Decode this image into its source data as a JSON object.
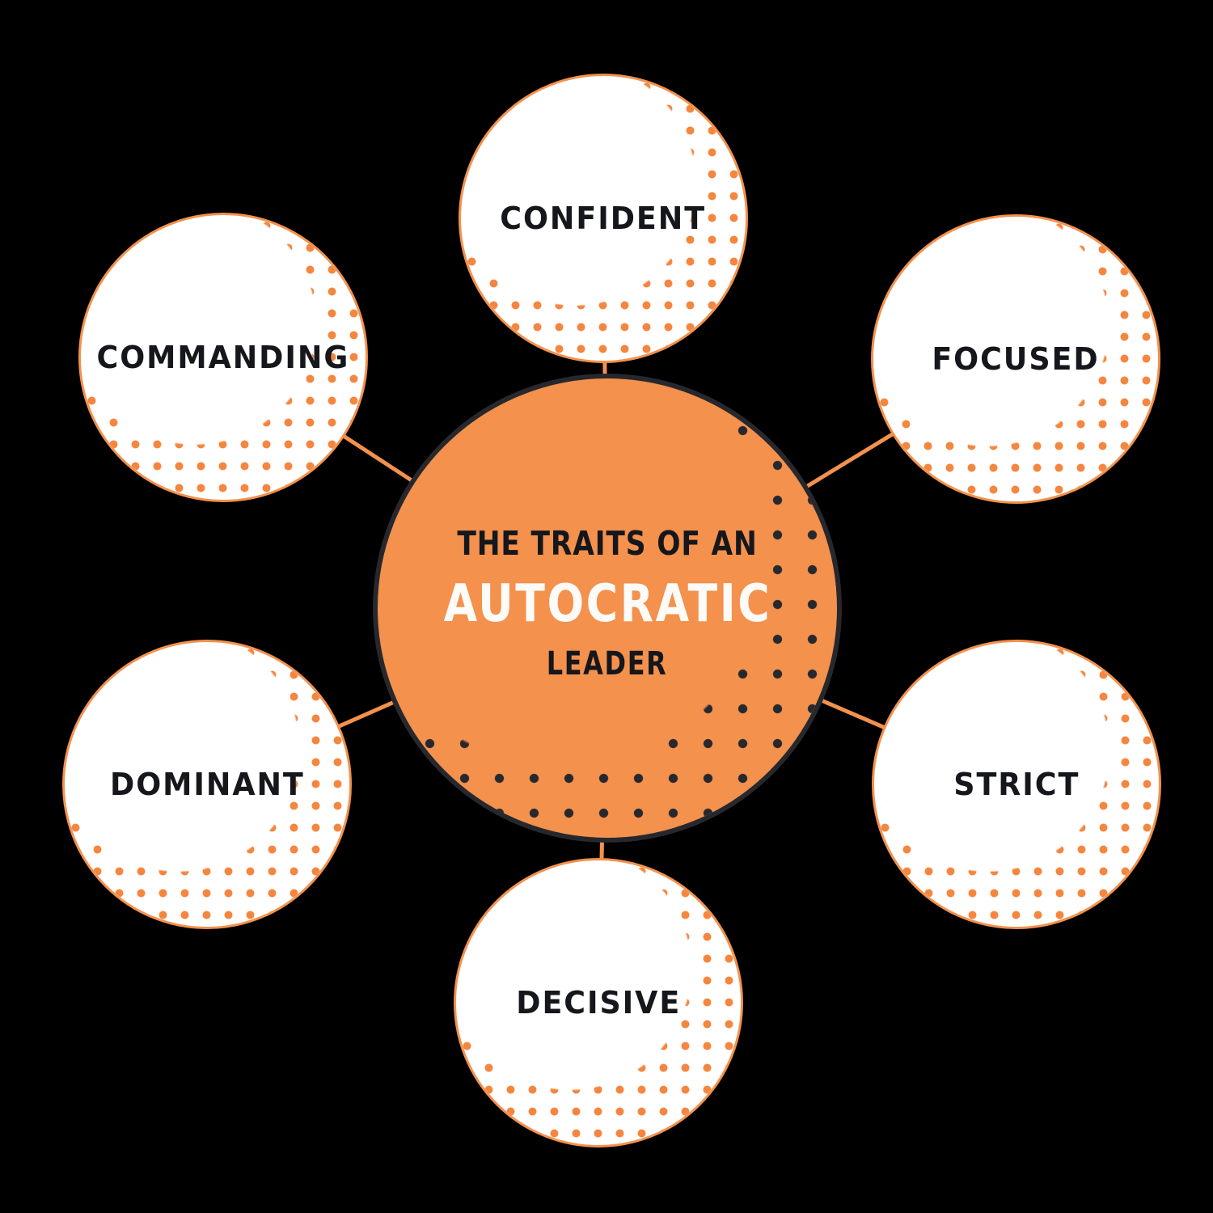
{
  "title": "The Traits of an Autocratic Leader",
  "center": {
    "line1": "THE TRAITS OF AN",
    "line2": "AUTOCRATIC",
    "line3": "LEADER"
  },
  "traits": [
    {
      "label": "CONFIDENT",
      "position": "top"
    },
    {
      "label": "FOCUSED",
      "position": "top-right"
    },
    {
      "label": "STRICT",
      "position": "bottom-right"
    },
    {
      "label": "DECISIVE",
      "position": "bottom"
    },
    {
      "label": "DOMINANT",
      "position": "bottom-left"
    },
    {
      "label": "COMMANDING",
      "position": "top-left"
    }
  ],
  "colors": {
    "background": "#000000",
    "accent_orange": "#F3914D",
    "dot_orange": "#F5863F",
    "dark_outline": "#26282E",
    "text_dark": "#15171C",
    "text_white": "#FCFBF7",
    "satellite_fill": "#FFFFFF"
  }
}
